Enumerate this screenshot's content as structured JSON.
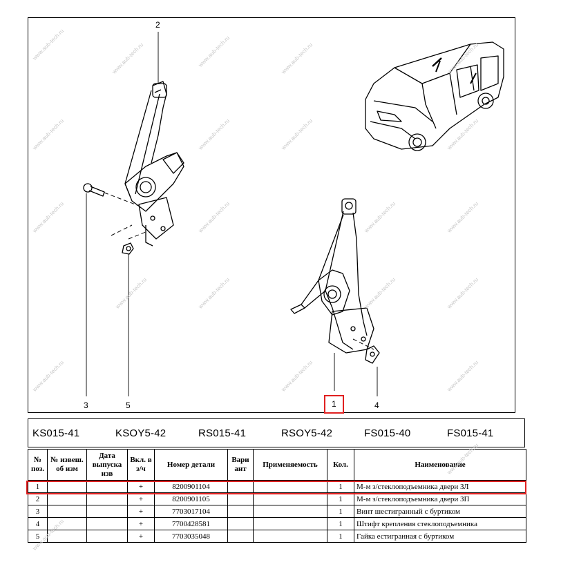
{
  "watermark": "www.aub-tech.ru",
  "callouts": {
    "c1": "1",
    "c2": "2",
    "c3": "3",
    "c4": "4",
    "c5": "5"
  },
  "models": [
    "KS015-41",
    "KSOY5-42",
    "RS015-41",
    "RSOY5-42",
    "FS015-40",
    "FS015-41"
  ],
  "table": {
    "headers": {
      "pos": "№ поз.",
      "notice": "№ извеш. об изм",
      "date": "Дата выпуска изв",
      "incl": "Вкл. в з/ч",
      "part_no": "Номер детали",
      "variant": "Вари ант",
      "applicability": "Применяемость",
      "qty": "Кол.",
      "name": "Наименование"
    },
    "rows": [
      {
        "pos": "1",
        "incl": "+",
        "part_no": "8200901104",
        "qty": "1",
        "name": "М-м з/стеклоподъемника двери ЗЛ"
      },
      {
        "pos": "2",
        "incl": "+",
        "part_no": "8200901105",
        "qty": "1",
        "name": "М-м з/стеклоподъемника двери ЗП"
      },
      {
        "pos": "3",
        "incl": "+",
        "part_no": "7703017104",
        "qty": "1",
        "name": "Винт шестигранный с буртиком"
      },
      {
        "pos": "4",
        "incl": "+",
        "part_no": "7700428581",
        "qty": "1",
        "name": "Штифт крепления стеклоподъемника"
      },
      {
        "pos": "5",
        "incl": "+",
        "part_no": "7703035048",
        "qty": "1",
        "name": "Гайка естигранная с буртиком"
      }
    ]
  },
  "highlight_color": "#e02020"
}
